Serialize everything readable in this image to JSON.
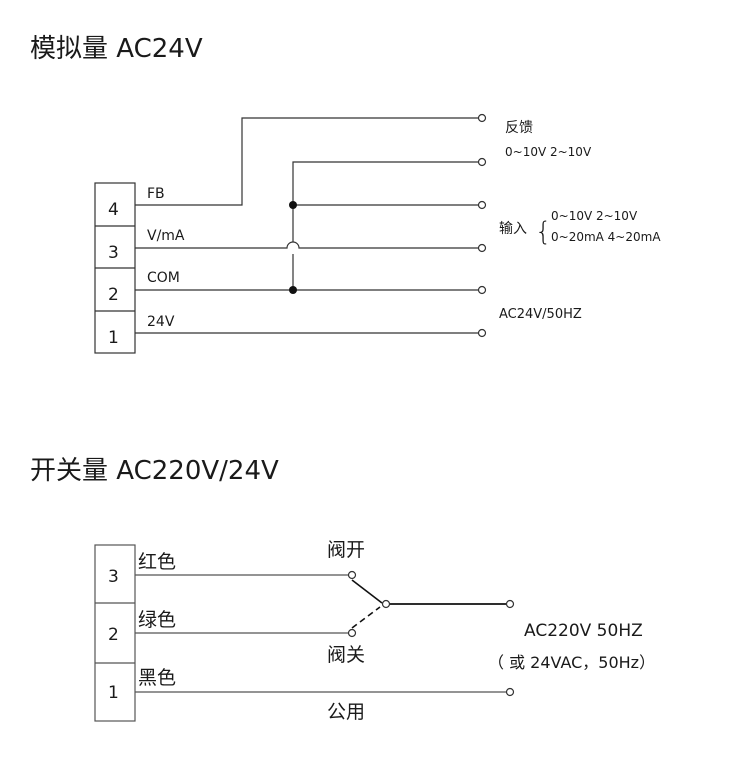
{
  "section1": {
    "title": "模拟量 AC24V",
    "terminals": [
      {
        "number": "4",
        "label": "FB"
      },
      {
        "number": "3",
        "label": "V/mA"
      },
      {
        "number": "2",
        "label": "COM"
      },
      {
        "number": "1",
        "label": "24V"
      }
    ],
    "feedback_label": "反馈",
    "feedback_range": "0~10V 2~10V",
    "input_label": "输入",
    "input_range_1": "0~10V 2~10V",
    "input_range_2": "0~20mA 4~20mA",
    "power_label": "AC24V/50HZ"
  },
  "section2": {
    "title": "开关量 AC220V/24V",
    "terminals": [
      {
        "number": "3",
        "label": "红色"
      },
      {
        "number": "2",
        "label": "绿色"
      },
      {
        "number": "1",
        "label": "黑色"
      }
    ],
    "valve_open": "阀开",
    "valve_close": "阀关",
    "common": "公用",
    "power_label": "AC220V 50HZ",
    "power_alt": "（ 或 24VAC，50Hz）"
  }
}
